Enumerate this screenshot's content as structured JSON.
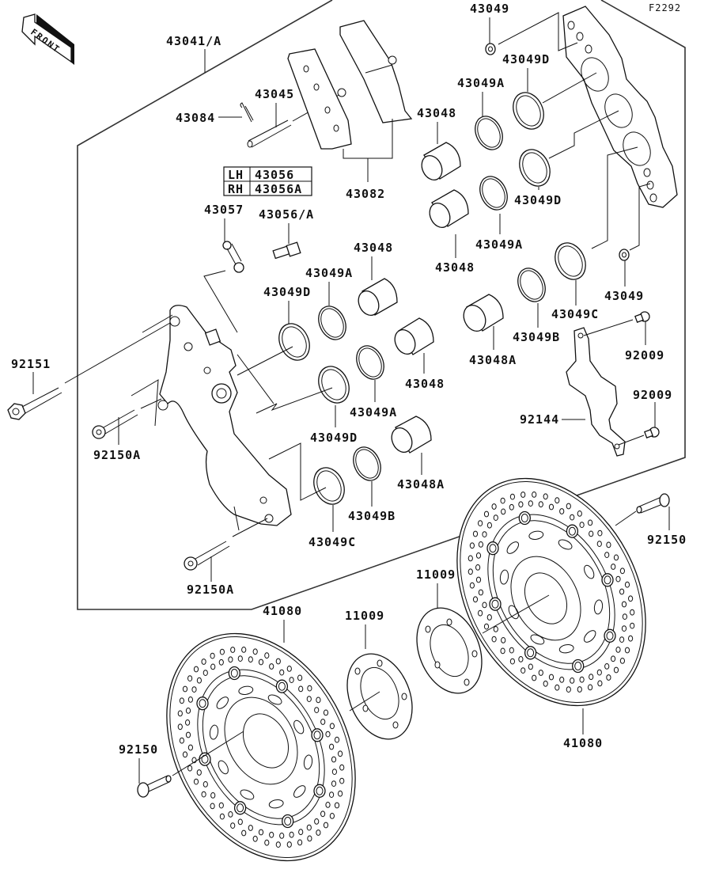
{
  "figure_id": "F2292",
  "direction_badge": "FRONT",
  "variant_table": {
    "rows": [
      {
        "side": "LH",
        "part": "43056"
      },
      {
        "side": "RH",
        "part": "43056A"
      }
    ]
  },
  "callouts": {
    "caliper_assy": "43041/A",
    "pad_pin": "43045",
    "pin_clip": "43084",
    "pad_set": "43082",
    "bleeder_cap": "43057",
    "bleeder_valve": "43056/A",
    "caliper_bolt_long": "92151",
    "caliper_bolt_a_upper": "92150A",
    "caliper_bolt_a_lower": "92150A",
    "washer_top": "43049",
    "seal_d_top": "43049D",
    "seal_a_top": "43049A",
    "piston_top": "43048",
    "seal_d_mid_right": "43049D",
    "seal_a_mid_right": "43049A",
    "piston_mid_right": "43048",
    "washer_right": "43049",
    "seal_c_right": "43049C",
    "seal_b_right": "43049B",
    "piston_a_right": "43048A",
    "seal_a_left_upper": "43049A",
    "piston_left_upper": "43048",
    "seal_d_left_upper": "43049D",
    "piston_left_mid": "43048",
    "seal_a_left_mid": "43049A",
    "seal_d_left_mid": "43049D",
    "piston_a_left": "43048A",
    "seal_b_left": "43049B",
    "seal_c_left": "43049C",
    "bolt_right_upper": "92009",
    "bolt_right_lower": "92009",
    "bracket": "92144",
    "disc_bolt_right": "92150",
    "disc_bolt_left": "92150",
    "disc_left": "41080",
    "disc_right": "41080",
    "shim_left": "11009",
    "shim_right": "11009"
  }
}
